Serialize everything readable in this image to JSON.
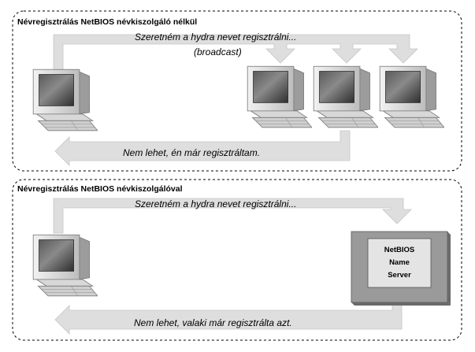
{
  "panels": {
    "broadcast": {
      "heading": "Névregisztrálás NetBIOS névkiszolgáló nélkül",
      "request": "Szeretném a hydra nevet regisztrálni...",
      "request_note": "(broadcast)",
      "reply": "Nem lehet, én már regisztráltam."
    },
    "server": {
      "heading": "Névregisztrálás NetBIOS névkiszolgálóval",
      "request": "Szeretném a hydra nevet regisztrálni...",
      "reply": "Nem lehet, valaki már regisztrálta azt.",
      "server_label": [
        "NetBIOS",
        "Name",
        "Server"
      ]
    }
  },
  "colors": {
    "arrow_fill": "#dedede",
    "arrow_edge": "#c6c6c6",
    "panel_border": "#000000",
    "server_box": "#9a9a9a",
    "server_label_bg": "#e4e4e4"
  },
  "icons": [
    "desktop-computer-icon",
    "name-server-icon"
  ]
}
